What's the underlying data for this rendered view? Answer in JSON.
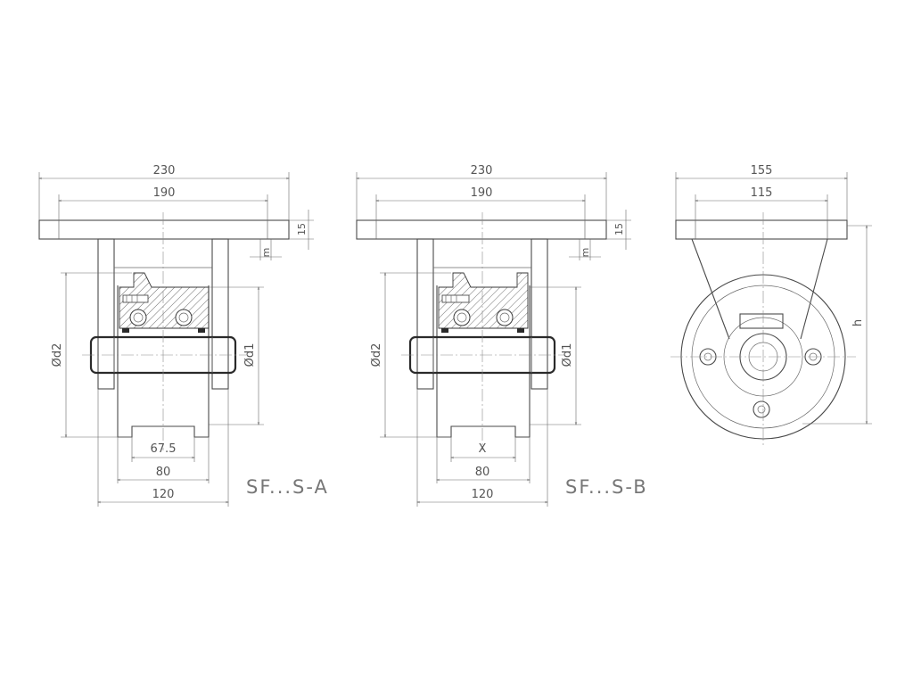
{
  "view_a": {
    "dim_overall_width": "230",
    "dim_bolt_spacing": "190",
    "dim_plate_thickness": "15",
    "dim_m": "m",
    "dim_d2": "Ød2",
    "dim_d1": "Ød1",
    "dim_hub": "67.5",
    "dim_wheel_width": "80",
    "dim_fork_width": "120",
    "caption": "SF...S-A"
  },
  "view_b": {
    "dim_overall_width": "230",
    "dim_bolt_spacing": "190",
    "dim_plate_thickness": "15",
    "dim_m": "m",
    "dim_d2": "Ød2",
    "dim_d1": "Ød1",
    "dim_hub": "X",
    "dim_wheel_width": "80",
    "dim_fork_width": "120",
    "caption": "SF...S-B"
  },
  "view_side": {
    "dim_overall_width": "155",
    "dim_bolt_spacing": "115",
    "dim_height": "h"
  }
}
